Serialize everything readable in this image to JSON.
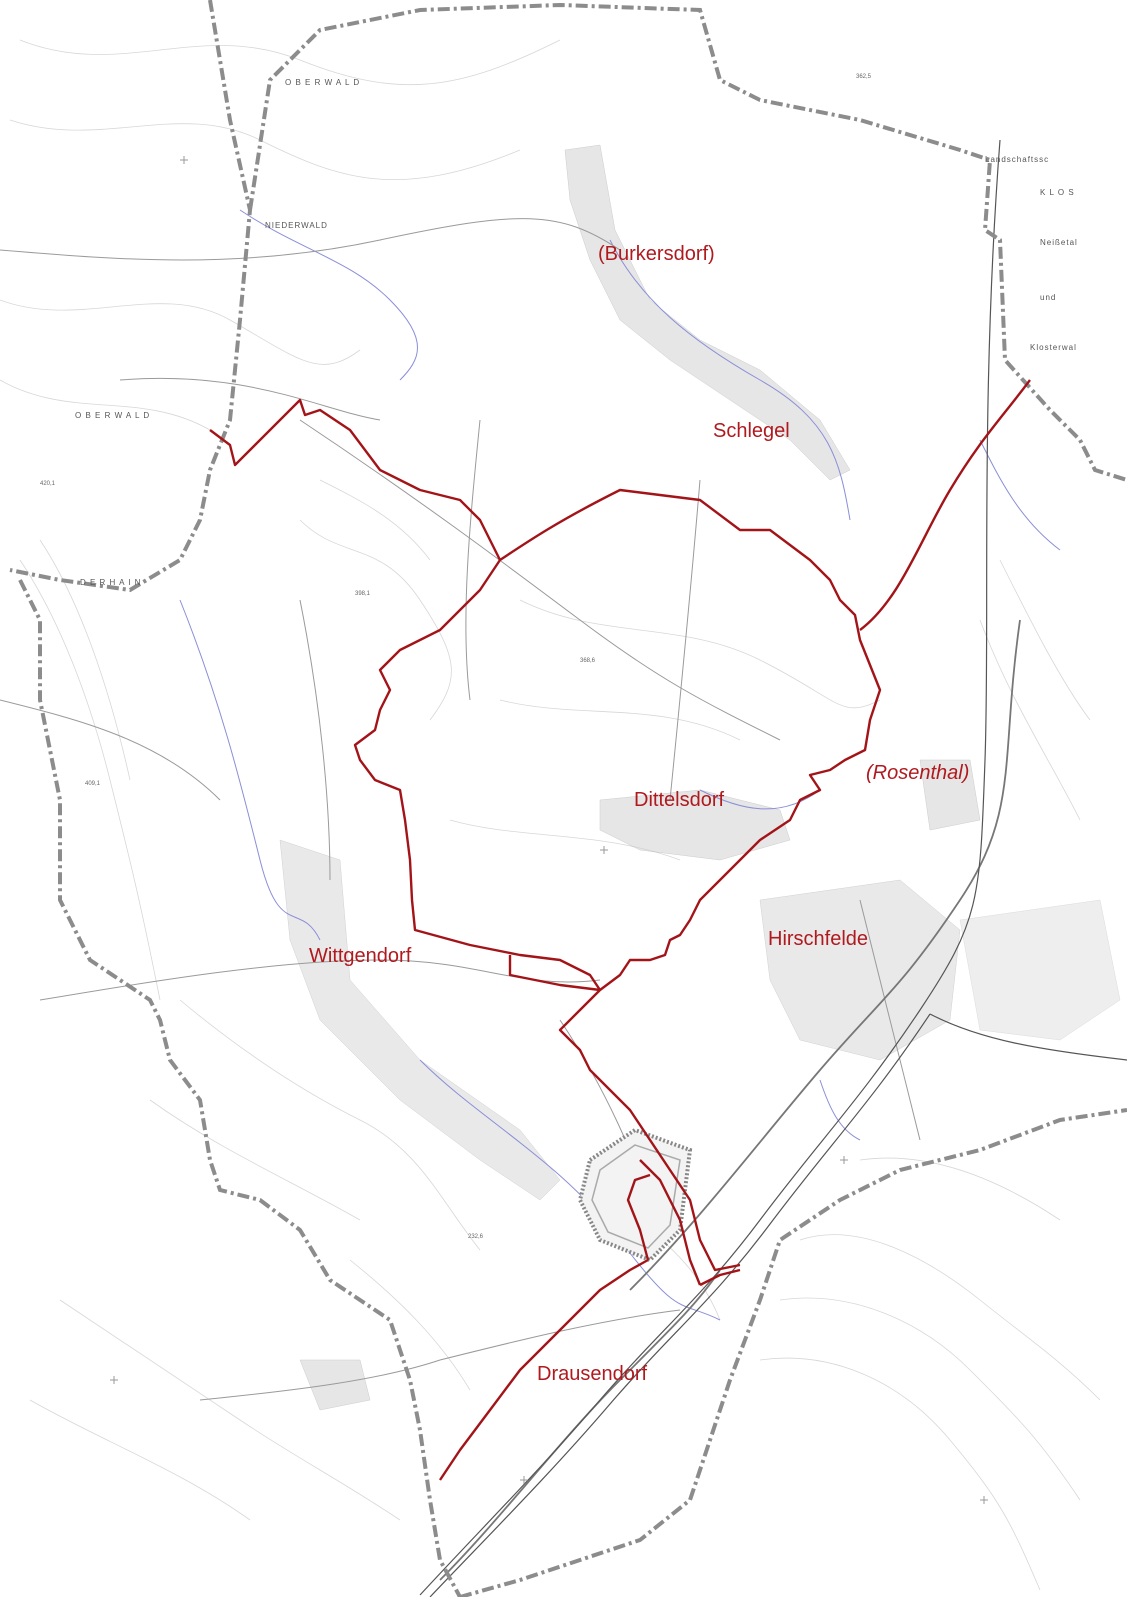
{
  "places": [
    {
      "name": "(Burkersdorf)",
      "italic": false
    },
    {
      "name": "Schlegel",
      "italic": false
    },
    {
      "name": "(Rosenthal)",
      "italic": true
    },
    {
      "name": "Dittelsdorf",
      "italic": false
    },
    {
      "name": "Hirschfelde",
      "italic": false
    },
    {
      "name": "Wittgendorf",
      "italic": false
    },
    {
      "name": "Drausendorf",
      "italic": false
    }
  ],
  "small_labels": {
    "landschaftssch": "Landschaftssc",
    "kloster": "K L O S",
    "neissetal": "Neißetal",
    "und": "und",
    "klosterwald": "Klosterwal",
    "oberwald_top": "O B E R W A L D",
    "oberwald_left": "O B E R W A L D",
    "niederwald": "NIEDERWALD",
    "der_hain": "D E R  H A I N"
  },
  "elevations": {
    "e1": "362,5",
    "e2": "398,1",
    "e3": "368,6",
    "e4": "409,1",
    "e5": "232,6",
    "e6": "420,1"
  },
  "colors": {
    "boundary": "#a31418",
    "label": "#b01a1f",
    "stream": "#8a8fd8",
    "border": "#8c8c8c"
  }
}
